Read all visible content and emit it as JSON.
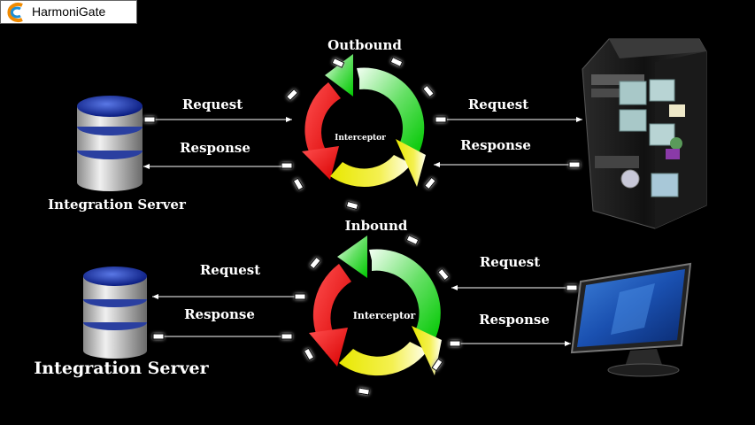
{
  "brand": {
    "name": "HarmoniGate"
  },
  "outbound": {
    "title": "Outbound",
    "interceptor": "Interceptor",
    "left_request": "Request",
    "left_response": "Response",
    "right_request": "Request",
    "right_response": "Response",
    "server_label": "Integration Server"
  },
  "inbound": {
    "title": "Inbound",
    "interceptor": "Interceptor",
    "left_request": "Request",
    "left_response": "Response",
    "right_request": "Request",
    "right_response": "Response",
    "server_label": "Integration Server"
  },
  "colors": {
    "arrow_red": "#ff0000",
    "arrow_green": "#00dd00",
    "arrow_yellow": "#f0f000",
    "connector": "#ffffff",
    "tab_glow": "#d8d800"
  }
}
